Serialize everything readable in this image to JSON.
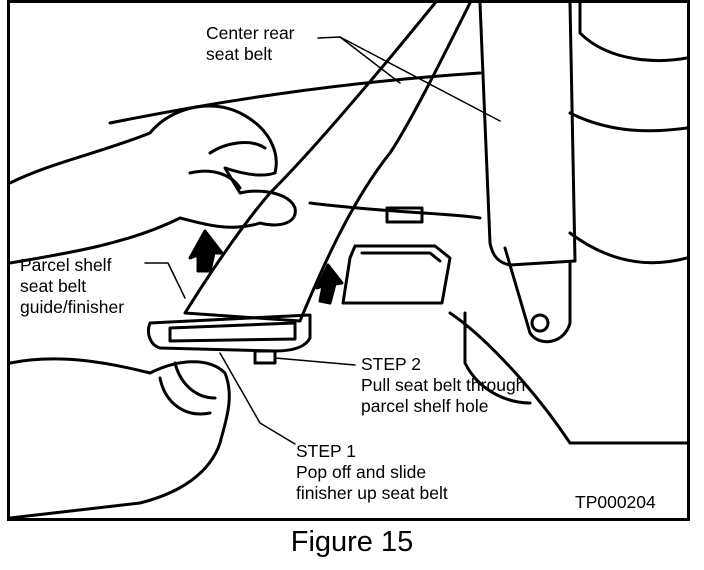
{
  "labels": {
    "center_rear_seat_belt": [
      "Center rear",
      "seat belt"
    ],
    "parcel_shelf_guide": [
      "Parcel shelf",
      "seat belt",
      "guide/finisher"
    ],
    "step2": [
      "STEP 2",
      "Pull seat belt through",
      "parcel shelf hole"
    ],
    "step1": [
      "STEP 1",
      "Pop off and slide",
      "finisher up seat belt"
    ],
    "code": "TP000204"
  },
  "caption": "Figure 15"
}
